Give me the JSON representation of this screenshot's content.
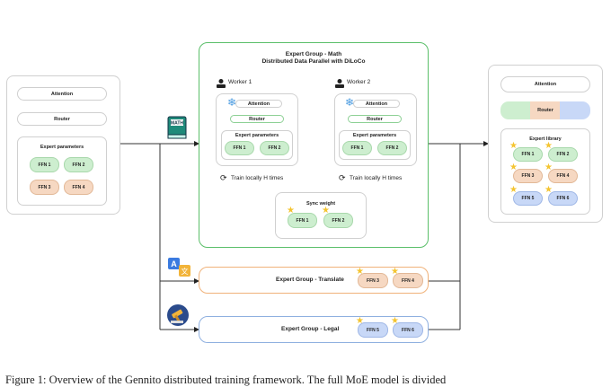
{
  "left_model": {
    "attention": "Attention",
    "router": "Router",
    "expert_params_title": "Expert parameters",
    "ffns": [
      "FFN 1",
      "FFN 2",
      "FFN 3",
      "FFN 4"
    ]
  },
  "math_group": {
    "title_line1": "Expert Group - Math",
    "title_line2": "Distributed Data Parallel with DiLoCo",
    "worker1": {
      "label": "Worker 1",
      "attention": "Attention",
      "router": "Router",
      "expert_params_title": "Expert parameters",
      "ffns": [
        "FFN 1",
        "FFN 2"
      ],
      "train_label": "Train locally H times"
    },
    "worker2": {
      "label": "Worker 2",
      "attention": "Attention",
      "router": "Router",
      "expert_params_title": "Expert parameters",
      "ffns": [
        "FFN 1",
        "FFN 2"
      ],
      "train_label": "Train locally H times"
    },
    "sync": {
      "title": "Sync weight",
      "ffns": [
        "FFN 1",
        "FFN 2"
      ]
    },
    "book_icon_text": "MATH"
  },
  "translate_group": {
    "title": "Expert Group - Translate",
    "ffns": [
      "FFN 3",
      "FFN 4"
    ]
  },
  "legal_group": {
    "title": "Expert Group - Legal",
    "ffns": [
      "FFN 5",
      "FFN 6"
    ]
  },
  "right_model": {
    "attention": "Attention",
    "router": "Router",
    "library_title": "Expert library",
    "ffns": [
      "FFN 1",
      "FFN 2",
      "FFN 3",
      "FFN 4",
      "FFN 5",
      "FFN 6"
    ]
  },
  "caption": "Figure 1: Overview of the Gennito distributed training framework. The full MoE model is divided",
  "colors": {
    "math_border": "#5bbf6a",
    "translate_border": "#f0b27a",
    "legal_border": "#8fb0e0",
    "star": "#f4c430"
  },
  "icons": [
    "snowflake-icon",
    "worker-icon",
    "refresh-icon",
    "star-icon",
    "math-book-icon",
    "translate-icon",
    "gavel-icon"
  ]
}
